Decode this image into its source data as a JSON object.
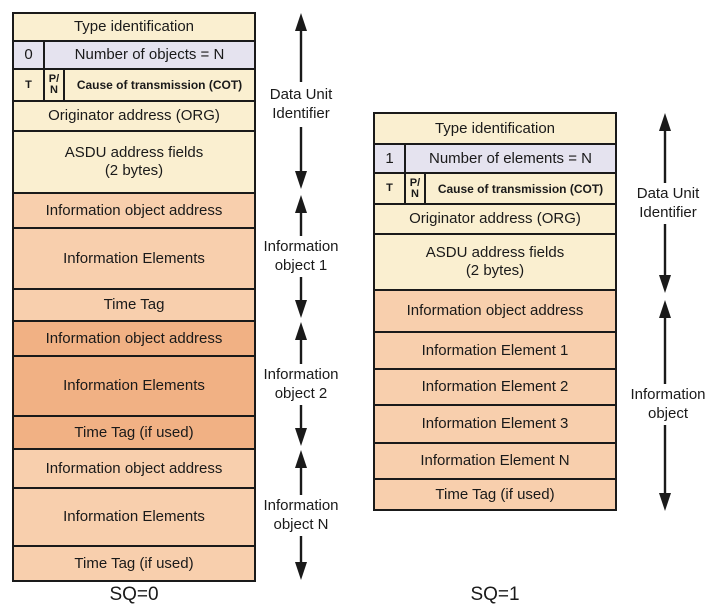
{
  "colors": {
    "cream": "#FAEFD0",
    "lavender": "#E5E3EF",
    "peach": "#F8CFAD",
    "dark_orange": "#F1B184",
    "border": "#1A1A1A",
    "text": "#1A1A1A"
  },
  "left": {
    "caption": "SQ=0",
    "rows": {
      "type_id": "Type identification",
      "sq_bit": "0",
      "num": "Number of objects = N",
      "t": "T",
      "pn": "P/\nN",
      "cot": "Cause of transmission (COT)",
      "org": "Originator address (ORG)",
      "asdu": "ASDU address fields\n(2 bytes)",
      "ioa1": "Information object address",
      "ie1": "Information Elements",
      "tt1": "Time Tag",
      "ioa2": "Information object address",
      "ie2": "Information Elements",
      "tt2": "Time Tag (if used)",
      "ioaN": "Information object address",
      "ieN": "Information Elements",
      "ttN": "Time Tag (if used)"
    },
    "brackets": {
      "dui": "Data Unit\nIdentifier",
      "obj1": "Information\nobject 1",
      "obj2": "Information\nobject 2",
      "objN": "Information\nobject N"
    }
  },
  "right": {
    "caption": "SQ=1",
    "rows": {
      "type_id": "Type identification",
      "sq_bit": "1",
      "num": "Number of elements = N",
      "t": "T",
      "pn": "P/\nN",
      "cot": "Cause of transmission (COT)",
      "org": "Originator address (ORG)",
      "asdu": "ASDU address fields\n(2 bytes)",
      "ioa": "Information object address",
      "ie1": "Information Element 1",
      "ie2": "Information Element 2",
      "ie3": "Information Element 3",
      "ieN": "Information Element N",
      "tt": "Time Tag (if used)"
    },
    "brackets": {
      "dui": "Data Unit\nIdentifier",
      "obj": "Information\nobject"
    }
  }
}
